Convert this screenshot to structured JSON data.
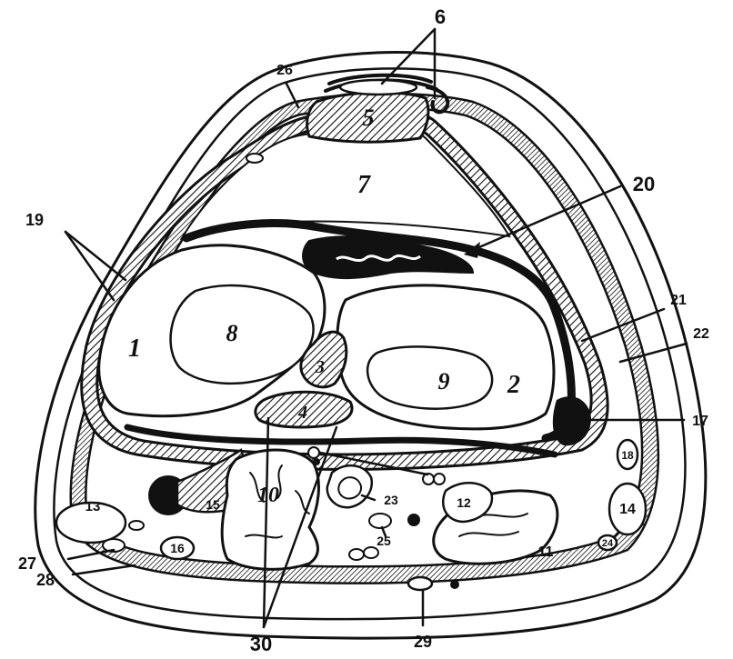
{
  "diagram": {
    "labels": {
      "l1": "1",
      "l2": "2",
      "l3": "3",
      "l4": "4",
      "l5": "5",
      "l6": "6",
      "l7": "7",
      "l8": "8",
      "l9": "9",
      "l10": "10",
      "l11": "11",
      "l12": "12",
      "l13": "13",
      "l14": "14",
      "l15": "15",
      "l16": "16",
      "l17": "17",
      "l18": "18",
      "l19": "19",
      "l20": "20",
      "l21": "21",
      "l22": "22",
      "l23": "23",
      "l24": "24",
      "l25": "25",
      "l26": "26",
      "l27": "27",
      "l28": "28",
      "l29": "29",
      "l30": "30"
    }
  }
}
